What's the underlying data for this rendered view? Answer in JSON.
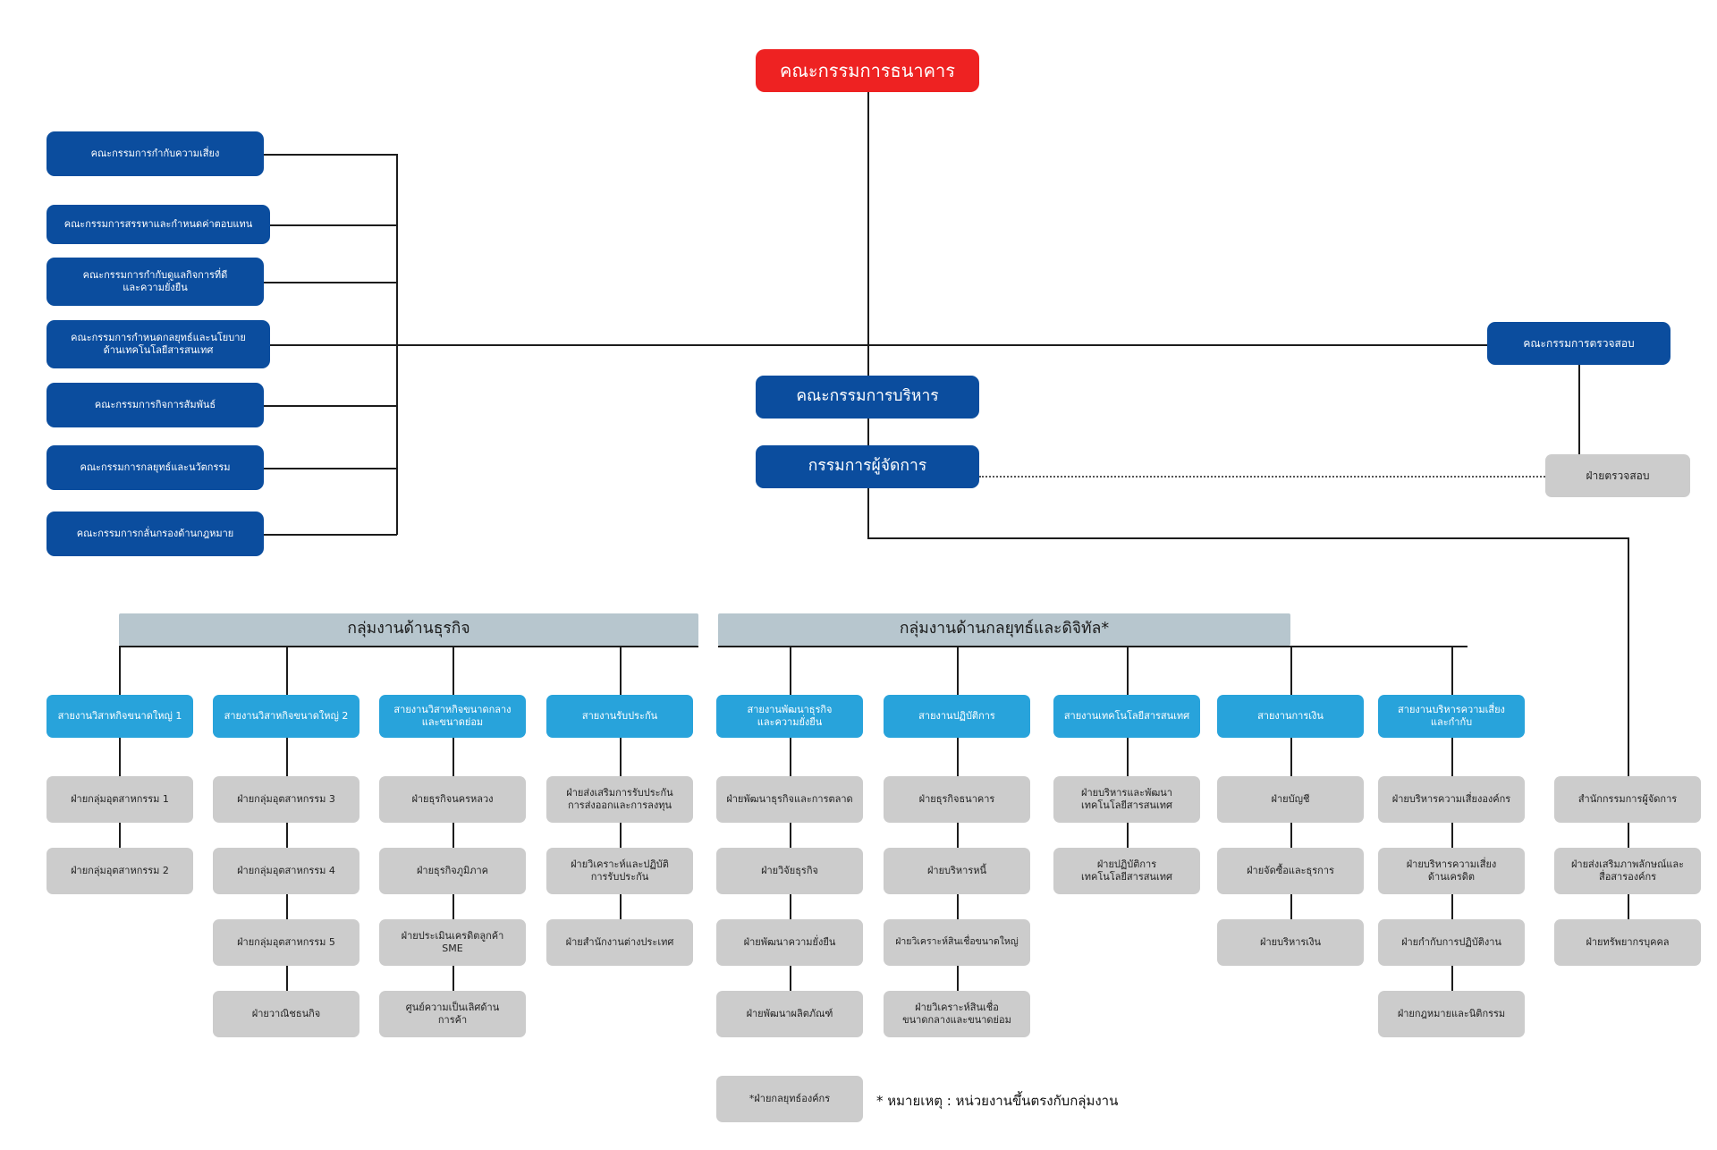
{
  "chart_title": "คณะกรรมการธนาคาร",
  "colors": {
    "board_red": "#EE2222",
    "committee_navy": "#0B4D9E",
    "division_cyan": "#28A3DB",
    "department_grey": "#CCCCCC",
    "group_bar": "#B7C6CE",
    "line": "#1c1c1c"
  },
  "top": {
    "board": "คณะกรรมการธนาคาร",
    "executive_committee": "คณะกรรมการบริหาร",
    "managing_director": "กรรมการผู้จัดการ",
    "audit_committee": "คณะกรรมการตรวจสอบ",
    "audit_department": "ฝ่ายตรวจสอบ"
  },
  "left_committees": [
    "คณะกรรมการกำกับความเสี่ยง",
    "คณะกรรมการสรรหาและกำหนดค่าตอบแทน",
    "คณะกรรมการกำกับดูแลกิจการที่ดี\nและความยั่งยืน",
    "คณะกรรมการกำหนดกลยุทธ์และนโยบาย\nด้านเทคโนโลยีสารสนเทศ",
    "คณะกรรมการกิจการสัมพันธ์",
    "คณะกรรมการกลยุทธ์และนวัตกรรม",
    "คณะกรรมการกลั่นกรองด้านกฎหมาย"
  ],
  "groups": [
    {
      "label": "กลุ่มงานด้านธุรกิจ"
    },
    {
      "label": "กลุ่มงานด้านกลยุทธ์และดิจิทัล*"
    }
  ],
  "divisions": [
    {
      "name": "สายงานวิสาหกิจขนาดใหญ่ 1",
      "departments": [
        "ฝ่ายกลุ่มอุตสาหกรรม 1",
        "ฝ่ายกลุ่มอุตสาหกรรม 2"
      ]
    },
    {
      "name": "สายงานวิสาหกิจขนาดใหญ่ 2",
      "departments": [
        "ฝ่ายกลุ่มอุตสาหกรรม 3",
        "ฝ่ายกลุ่มอุตสาหกรรม 4",
        "ฝ่ายกลุ่มอุตสาหกรรม 5",
        "ฝ่ายวาณิชธนกิจ"
      ]
    },
    {
      "name": "สายงานวิสาหกิจขนาดกลาง\nและขนาดย่อม",
      "departments": [
        "ฝ่ายธุรกิจนครหลวง",
        "ฝ่ายธุรกิจภูมิภาค",
        "ฝ่ายประเมินเครดิตลูกค้า\nSME",
        "ศูนย์ความเป็นเลิศด้าน\nการค้า"
      ]
    },
    {
      "name": "สายงานรับประกัน",
      "departments": [
        "ฝ่ายส่งเสริมการรับประกัน\nการส่งออกและการลงทุน",
        "ฝ่ายวิเคราะห์และปฏิบัติ\nการรับประกัน",
        "ฝ่ายสำนักงานต่างประเทศ"
      ]
    },
    {
      "name": "สายงานพัฒนาธุรกิจ\nและความยั่งยืน",
      "departments": [
        "ฝ่ายพัฒนาธุรกิจและการตลาด",
        "ฝ่ายวิจัยธุรกิจ",
        "ฝ่ายพัฒนาความยั่งยืน",
        "ฝ่ายพัฒนาผลิตภัณฑ์"
      ]
    },
    {
      "name": "สายงานปฏิบัติการ",
      "departments": [
        "ฝ่ายธุรกิจธนาคาร",
        "ฝ่ายบริหารหนี้",
        "ฝ่ายวิเคราะห์สินเชื่อขนาดใหญ่",
        "ฝ่ายวิเคราะห์สินเชื่อ\nขนาดกลางและขนาดย่อม"
      ]
    },
    {
      "name": "สายงานเทคโนโลยีสารสนเทศ",
      "departments": [
        "ฝ่ายบริหารและพัฒนา\nเทคโนโลยีสารสนเทศ",
        "ฝ่ายปฏิบัติการ\nเทคโนโลยีสารสนเทศ"
      ]
    },
    {
      "name": "สายงานการเงิน",
      "departments": [
        "ฝ่ายบัญชี",
        "ฝ่ายจัดซื้อและธุรการ",
        "ฝ่ายบริหารเงิน"
      ]
    },
    {
      "name": "สายงานบริหารความเสี่ยง\nและกำกับ",
      "departments": [
        "ฝ่ายบริหารความเสี่ยงองค์กร",
        "ฝ่ายบริหารความเสี่ยง\nด้านเครดิต",
        "ฝ่ายกำกับการปฏิบัติงาน",
        "ฝ่ายกฎหมายและนิติกรรม"
      ]
    }
  ],
  "md_direct_units": [
    "สำนักกรรมการผู้จัดการ",
    "ฝ่ายส่งเสริมภาพลักษณ์และ\nสื่อสารองค์กร",
    "ฝ่ายทรัพยากรบุคคล"
  ],
  "footer": {
    "strategy_unit": "*ฝ่ายกลยุทธ์องค์กร",
    "note": "* หมายเหตุ : หน่วยงานขึ้นตรงกับกลุ่มงาน"
  }
}
